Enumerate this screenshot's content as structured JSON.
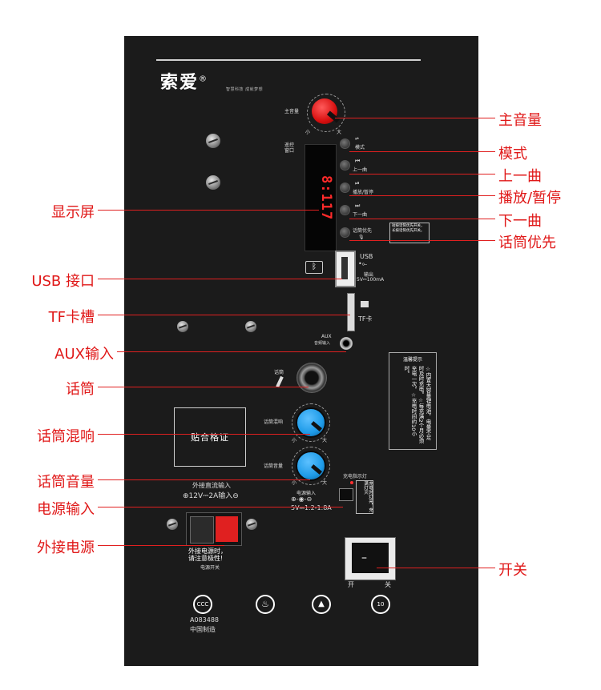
{
  "brand": {
    "name": "索爱",
    "reg": "®",
    "tagline": "智慧科技  成就梦想"
  },
  "panel_text": {
    "master_volume": "主音量",
    "small": "小",
    "big": "大",
    "remote_window": "遥控\n窗口",
    "usb": "USB",
    "usb_output": "输出",
    "usb_spec": "5V⎓100mA",
    "tf_card": "TF卡",
    "aux": "AUX",
    "aux_sub": "音频输入",
    "mic": "话筒",
    "mic_echo": "话筒混响",
    "mic_volume": "话筒音量",
    "sticker": "贴合格证",
    "tip_title": "温馨提示",
    "tip_text": "☆内置大容量锂电池，电量不足时及时充电。☆每充满2个月必须充电一次。☆充电时间约10小时。",
    "priority_note": "短按话筒优先开关，长按话筒优先开关。",
    "charge_led": "充电指示灯",
    "charge_note": "充电时灯亮，充满灯灭",
    "power_input": "电源输入",
    "power_spec": "5V⎓1.2-1.8A",
    "ext_dc": "外接直流输入",
    "ext_spec": "12V⎓2A输入",
    "polarity_warning": "外接电源时，\n请注意极性!",
    "power_switch_small": "电源开关",
    "switch_on": "开",
    "switch_off": "关",
    "rocker_symbol": "–",
    "cert_code": "A083488",
    "made_in": "中国制造",
    "display_digits": "8:117",
    "buttons": {
      "mode": "模式",
      "prev": "上一曲",
      "play": "播放/暂停",
      "next": "下一曲",
      "mic_priority": "话筒优先"
    },
    "button_icons": {
      "mode": "⇌",
      "prev": "⏮",
      "play": "⏯",
      "next": "⏭",
      "mic_priority": "🎙"
    },
    "cert_icons": [
      "CCC",
      "♨",
      "▲",
      "10"
    ]
  },
  "callouts": {
    "master_volume": "主音量",
    "mode": "模式",
    "prev": "上一曲",
    "play_pause": "播放/暂停",
    "next": "下一曲",
    "mic_priority": "话筒优先",
    "switch": "开关",
    "display": "显示屏",
    "usb": "USB 接口",
    "tf": "TF卡槽",
    "aux": "AUX输入",
    "mic": "话筒",
    "mic_echo": "话筒混响",
    "mic_volume": "话筒音量",
    "power_input": "电源输入",
    "ext_power": "外接电源"
  },
  "colors": {
    "panel": "#1b1b1b",
    "callout": "#e01818",
    "master_knob": "#e02020",
    "mic_knob": "#1e9be8",
    "display_text": "#ff2a2a"
  }
}
